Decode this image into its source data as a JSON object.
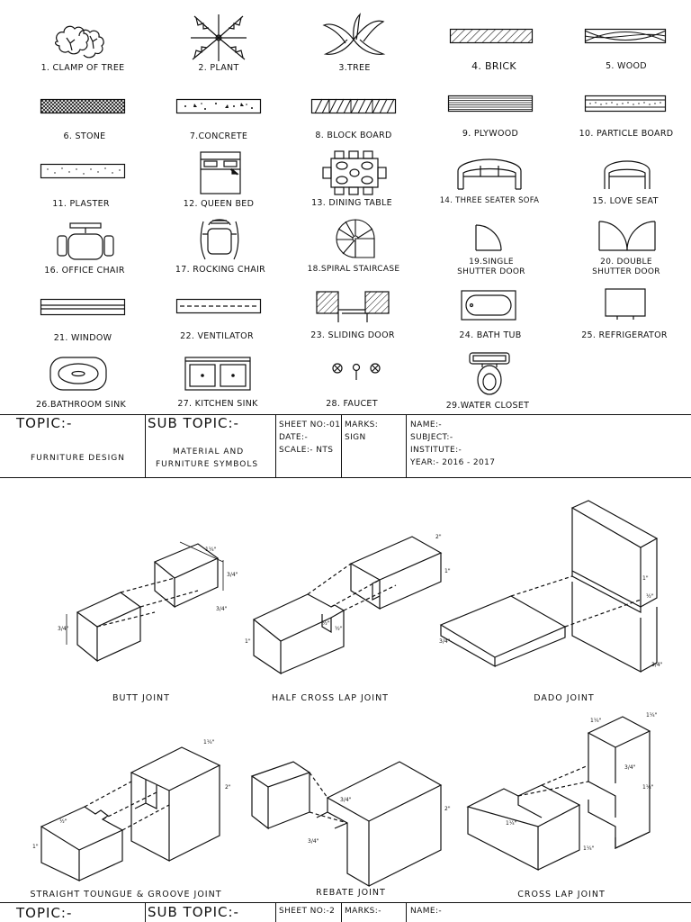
{
  "sheet1": {
    "symbols": [
      {
        "id": "clamp-of-tree",
        "label": "1. CLAMP OF TREE"
      },
      {
        "id": "plant",
        "label": "2. PLANT"
      },
      {
        "id": "tree",
        "label": "3.TREE"
      },
      {
        "id": "brick",
        "label": "4. BRICK"
      },
      {
        "id": "wood",
        "label": "5. WOOD"
      },
      {
        "id": "stone",
        "label": "6. STONE"
      },
      {
        "id": "concrete",
        "label": "7.CONCRETE"
      },
      {
        "id": "block-board",
        "label": "8. BLOCK BOARD"
      },
      {
        "id": "plywood",
        "label": "9. PLYWOOD"
      },
      {
        "id": "particle-board",
        "label": "10. PARTICLE BOARD"
      },
      {
        "id": "plaster",
        "label": "11. PLASTER"
      },
      {
        "id": "queen-bed",
        "label": "12. QUEEN BED"
      },
      {
        "id": "dining-table",
        "label": "13. DINING TABLE"
      },
      {
        "id": "three-seater-sofa",
        "label": "14. THREE SEATER SOFA"
      },
      {
        "id": "love-seat",
        "label": "15. LOVE SEAT"
      },
      {
        "id": "office-chair",
        "label": "16. OFFICE CHAIR"
      },
      {
        "id": "rocking-chair",
        "label": "17. ROCKING CHAIR"
      },
      {
        "id": "spiral-staircase",
        "label": "18.SPIRAL STAIRCASE"
      },
      {
        "id": "single-shutter-door",
        "label": "19.SINGLE SHUTTER DOOR"
      },
      {
        "id": "double-shutter-door",
        "label": "20. DOUBLE SHUTTER DOOR"
      },
      {
        "id": "window",
        "label": "21. WINDOW"
      },
      {
        "id": "ventilator",
        "label": "22. VENTILATOR"
      },
      {
        "id": "sliding-door",
        "label": "23. SLIDING DOOR"
      },
      {
        "id": "bath-tub",
        "label": "24. BATH TUB"
      },
      {
        "id": "refrigerator",
        "label": "25. REFRIGERATOR"
      },
      {
        "id": "bathroom-sink",
        "label": "26.BATHROOM SINK"
      },
      {
        "id": "kitchen-sink",
        "label": "27. KITCHEN SINK"
      },
      {
        "id": "faucet",
        "label": "28. FAUCET"
      },
      {
        "id": "water-closet",
        "label": "29.WATER CLOSET"
      }
    ],
    "title_block": {
      "topic_label": "TOPIC:-",
      "topic_value": "FURNITURE DESIGN",
      "subtopic_label": "SUB TOPIC:-",
      "subtopic_line1": "MATERIAL AND",
      "subtopic_line2": "FURNITURE SYMBOLS",
      "sheet_no": "SHEET NO:-01",
      "date": "DATE:-",
      "scale": "SCALE:- NTS",
      "marks": "MARKS:",
      "sign": "SIGN",
      "name": "NAME:-",
      "subject": "SUBJECT:-",
      "institute": "INSTITUTE:-",
      "year": "YEAR:- 2016 - 2017"
    }
  },
  "sheet2": {
    "joints": [
      {
        "id": "butt-joint",
        "label": "BUTT JOINT"
      },
      {
        "id": "half-cross-lap-joint",
        "label": "HALF CROSS LAP JOINT"
      },
      {
        "id": "dado-joint",
        "label": "DADO JOINT"
      },
      {
        "id": "straight-tongue-groove-joint",
        "label": "STRAIGHT TOUNGUE & GROOVE JOINT"
      },
      {
        "id": "rebate-joint",
        "label": "REBATE JOINT"
      },
      {
        "id": "cross-lap-joint",
        "label": "CROSS LAP JOINT"
      }
    ],
    "dimension_marks": {
      "a": "1¼\"",
      "b": "3/4\"",
      "c": "2\"",
      "d": "1/2\"",
      "e": "1\""
    },
    "title_block": {
      "topic_label": "TOPIC:-",
      "subtopic_label": "SUB TOPIC:-",
      "sheet_no": "SHEET NO:-2",
      "marks": "MARKS:-",
      "name": "NAME:-"
    }
  }
}
